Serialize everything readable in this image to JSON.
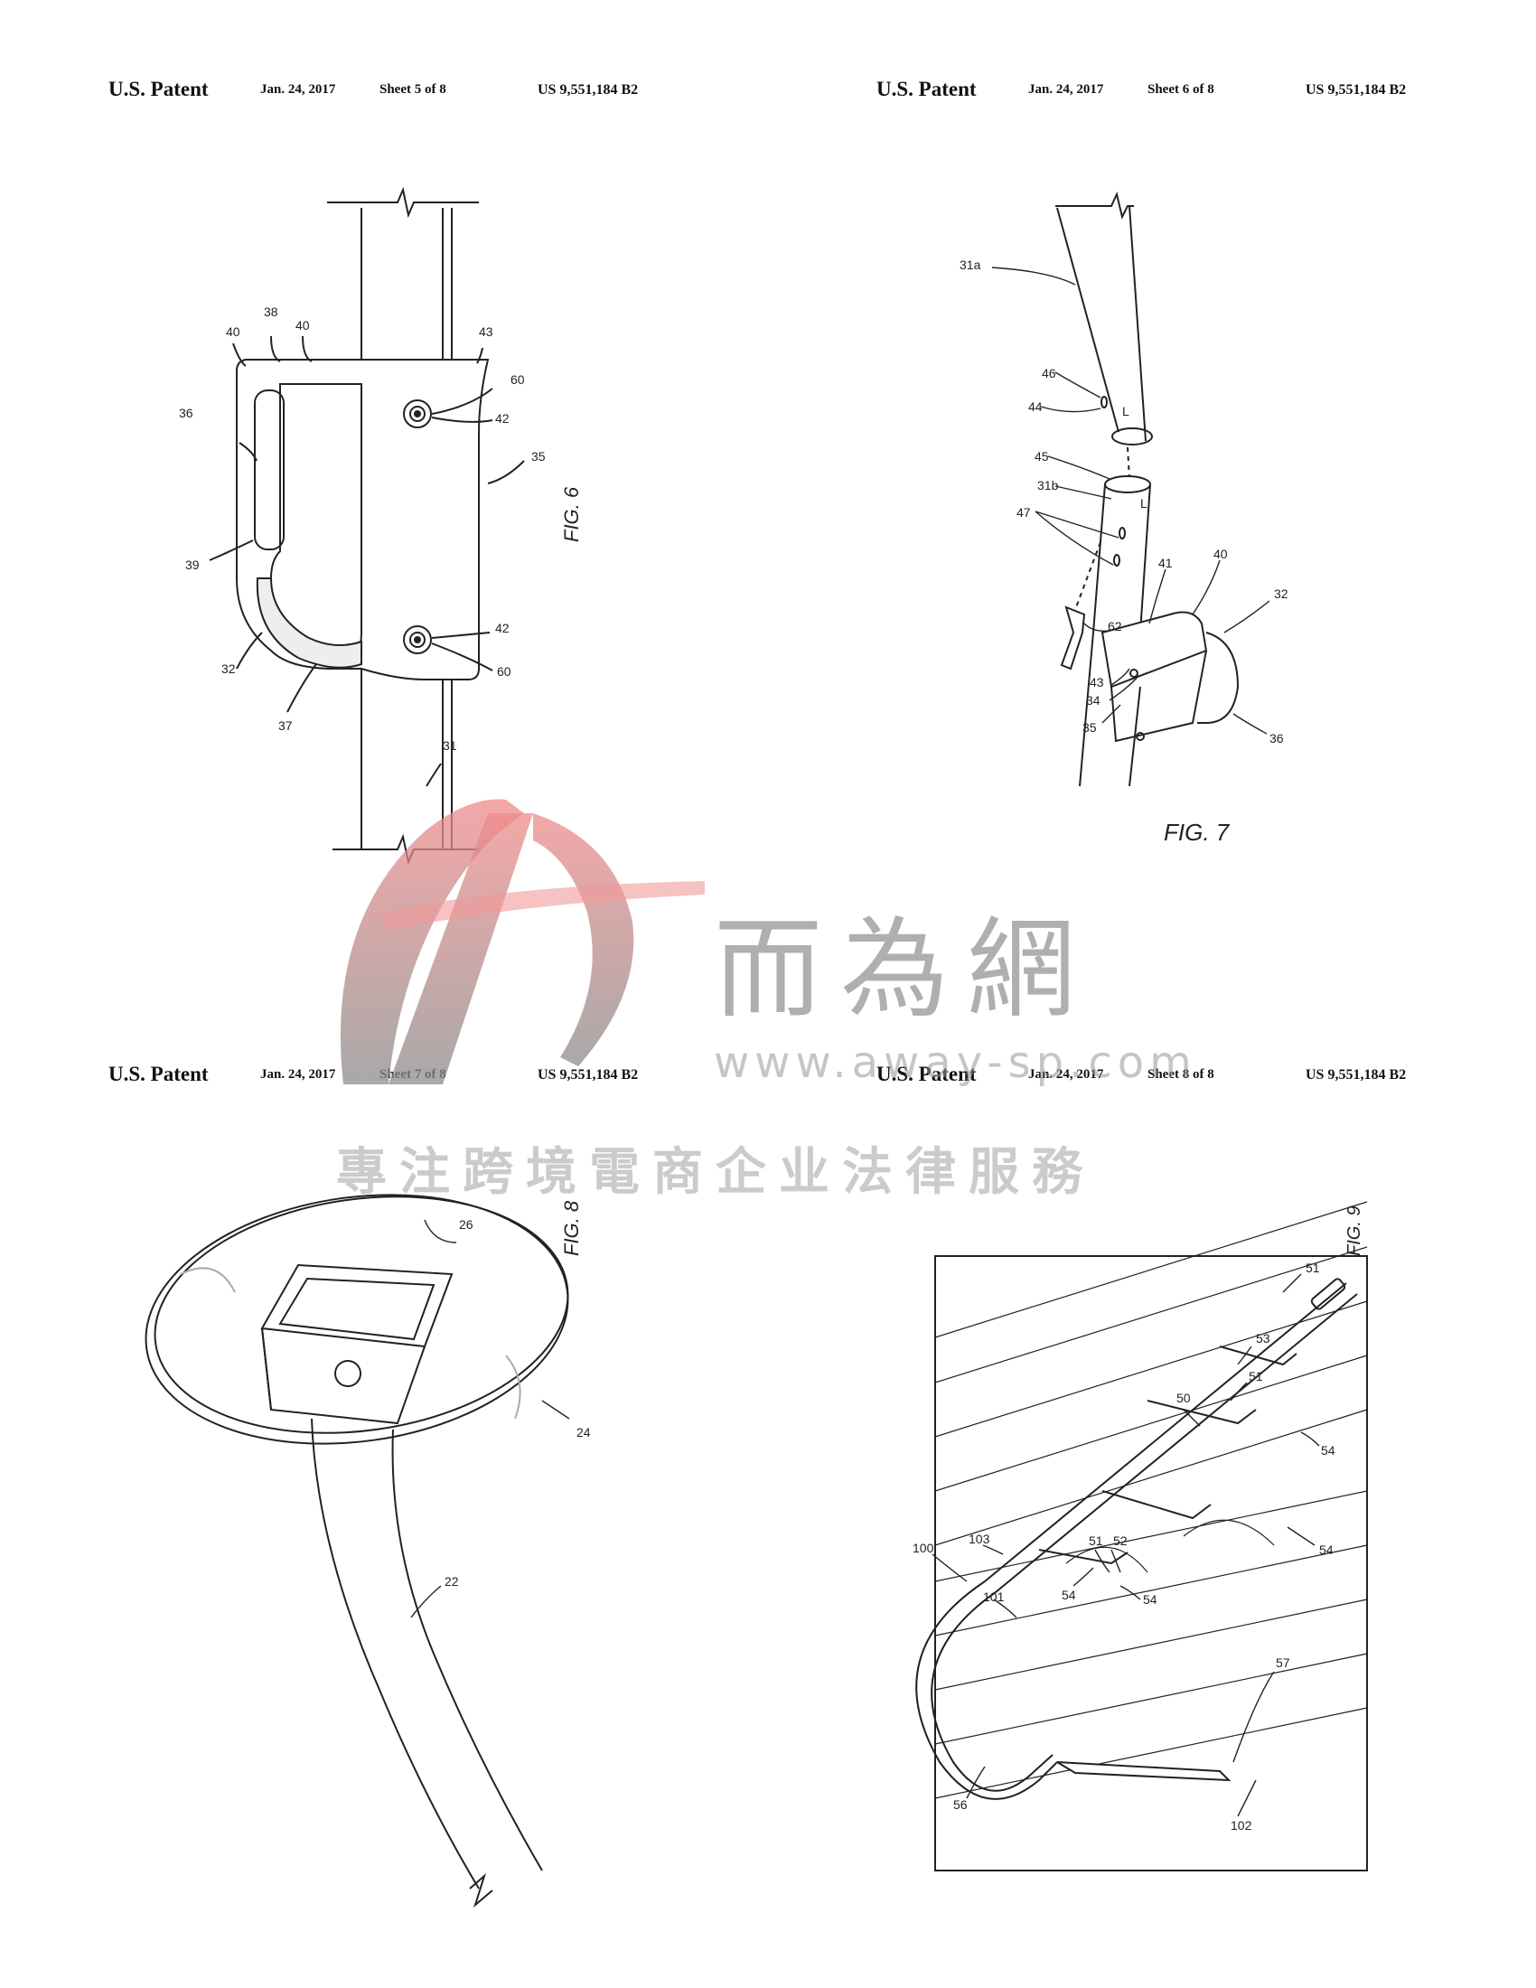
{
  "sheets": [
    {
      "patent": "U.S. Patent",
      "date": "Jan. 24, 2017",
      "sheet": "Sheet 5 of 8",
      "number": "US 9,551,184 B2",
      "figure": "FIG. 6",
      "labels": [
        "40",
        "38",
        "40",
        "43",
        "60",
        "36",
        "42",
        "35",
        "39",
        "42",
        "32",
        "60",
        "37",
        "31"
      ]
    },
    {
      "patent": "U.S. Patent",
      "date": "Jan. 24, 2017",
      "sheet": "Sheet 6 of 8",
      "number": "US 9,551,184 B2",
      "figure": "FIG. 7",
      "labels": [
        "31a",
        "46",
        "44",
        "L",
        "45",
        "31b",
        "L",
        "47",
        "41",
        "40",
        "32",
        "62",
        "43",
        "34",
        "35",
        "36"
      ]
    },
    {
      "patent": "U.S. Patent",
      "date": "Jan. 24, 2017",
      "sheet": "Sheet 7 of 8",
      "number": "US 9,551,184 B2",
      "figure": "FIG. 8",
      "labels": [
        "26",
        "24",
        "22"
      ]
    },
    {
      "patent": "U.S. Patent",
      "date": "Jan. 24, 2017",
      "sheet": "Sheet 8 of 8",
      "number": "US 9,551,184 B2",
      "figure": "FIG. 9",
      "labels": [
        "51",
        "53",
        "51",
        "50",
        "54",
        "103",
        "54",
        "100",
        "51",
        "52",
        "54",
        "101",
        "54",
        "56",
        "57",
        "102"
      ]
    }
  ],
  "watermark": {
    "brand": "而為網",
    "url": "www.away-sp.com",
    "slogan": "專注跨境電商企业法律服務",
    "colors": {
      "red": "#e88a8a",
      "gray": "#8c8c8c"
    }
  }
}
